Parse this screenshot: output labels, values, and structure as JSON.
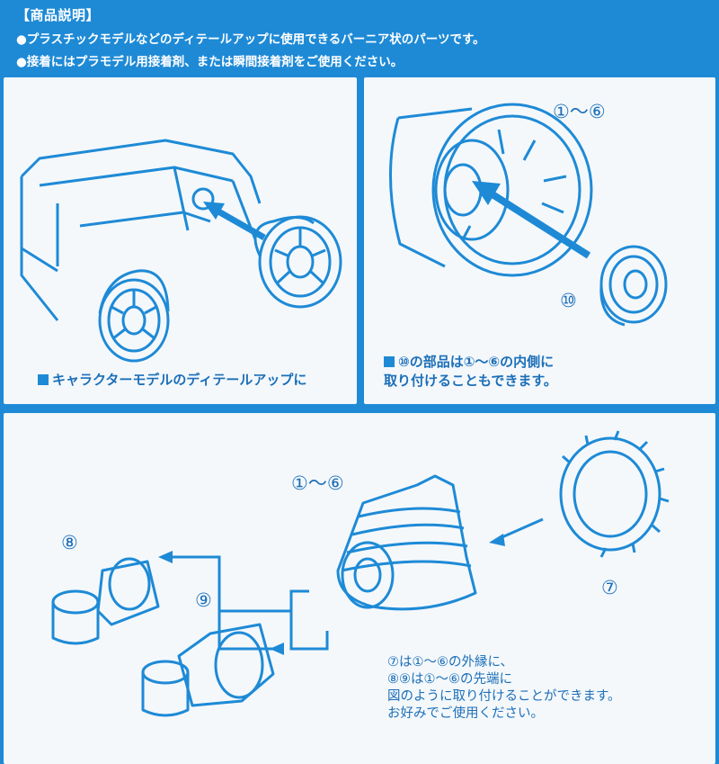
{
  "header": {
    "title": "【商品説明】",
    "bullets": [
      "●プラスチックモデルなどのディテールアップに使用できるバーニア状のパーツです。",
      "●接着にはプラモデル用接着剤、または瞬間接着剤をご使用ください。"
    ]
  },
  "panel1": {
    "caption": "キャラクターモデルのディテールアップに"
  },
  "panel2": {
    "label_parts": "①～⑥",
    "label_ten": "⑩",
    "caption_line1": "⑩の部品は①～⑥の内側に",
    "caption_line2": "取り付けることもできます。"
  },
  "panel3": {
    "label_parts": "①～⑥",
    "label_seven": "⑦",
    "label_eight": "⑧",
    "label_nine": "⑨",
    "notes": [
      "⑦は①～⑥の外縁に、",
      "⑧⑨は①～⑥の先端に",
      "図のように取り付けることができます。",
      "お好みでご使用ください。"
    ]
  },
  "colors": {
    "background": "#1e8ad6",
    "panel": "#f4f8fb",
    "line": "#1e8ad6",
    "text": "#1c6fb8"
  }
}
